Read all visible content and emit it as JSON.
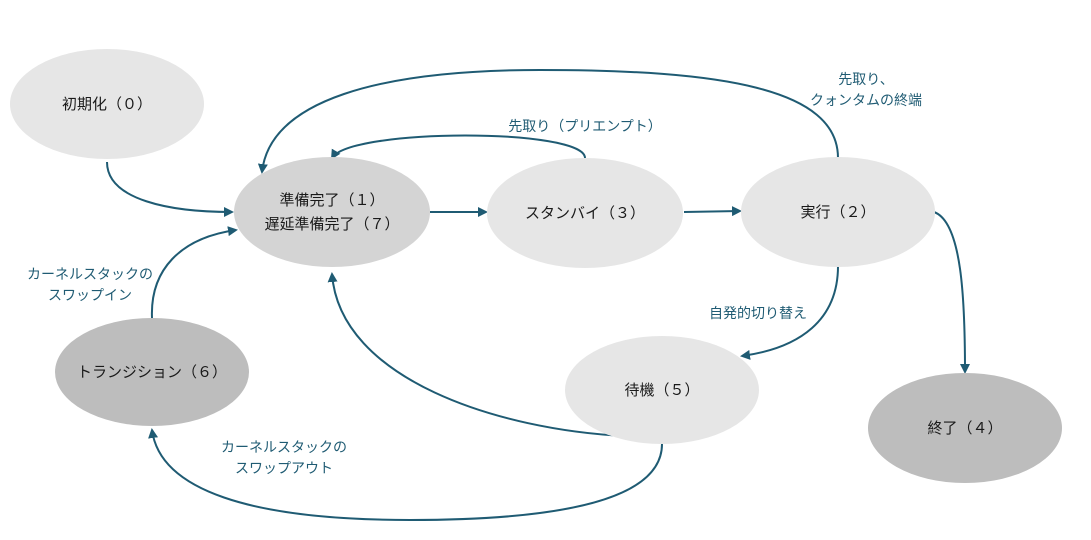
{
  "colors": {
    "arrow": "#1f5b73",
    "node_light": "#e6e6e6",
    "node_mid": "#d4d4d4",
    "node_dark": "#bdbdbd",
    "text": "#1a1a1a"
  },
  "nodes": {
    "init": {
      "label": "初期化（０）"
    },
    "ready": {
      "label_line1": "準備完了（１）",
      "label_line2": "遅延準備完了（７）"
    },
    "standby": {
      "label": "スタンバイ（３）"
    },
    "running": {
      "label": "実行（２）"
    },
    "waiting": {
      "label": "待機（５）"
    },
    "transition": {
      "label": "トランジション（６）"
    },
    "terminated": {
      "label": "終了（４）"
    }
  },
  "edges": {
    "preempt_standby": {
      "label": "先取り（プリエンプト）"
    },
    "preempt_quantum": {
      "label_line1": "先取り、",
      "label_line2": "クォンタムの終端"
    },
    "voluntary_switch": {
      "label": "自発的切り替え"
    },
    "stack_swap_in": {
      "label_line1": "カーネルスタックの",
      "label_line2": "スワップイン"
    },
    "stack_swap_out": {
      "label_line1": "カーネルスタックの",
      "label_line2": "スワップアウト"
    }
  }
}
